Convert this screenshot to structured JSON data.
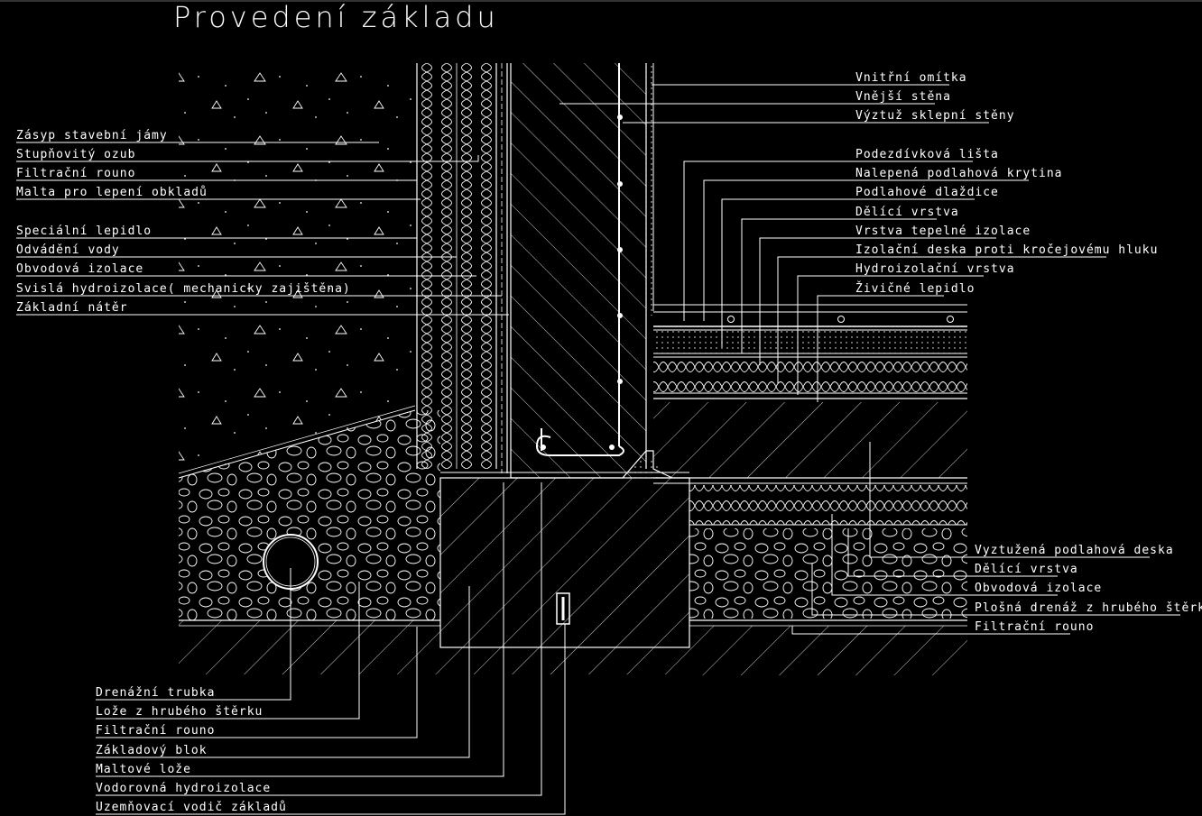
{
  "title": "Provedení základu",
  "labels_left_top": [
    "Zásyp stavební jámy",
    "Stupňovitý ozub",
    "Filtrační rouno",
    "Malta pro lepení obkladů",
    "Speciální lepidlo",
    "Odvádění vody",
    "Obvodová izolace",
    "Svislá hydroizolace( mechanicky zajištěna)",
    "Základní nátěr"
  ],
  "labels_right_top": [
    "Vnitřní omítka",
    "Vnější stěna",
    "Výztuž sklepní stěny",
    "Podezdívková lišta",
    "Nalepená podlahová krytina",
    "Podlahové dlaždice",
    "Dělící vrstva",
    "Vrstva tepelné izolace",
    "Izolační deska proti kročejovému hluku",
    "Hydroizolační vrstva",
    "Živičné lepidlo"
  ],
  "labels_right_bottom": [
    "Vyztužená podlahová deska",
    "Dělící vrstva",
    "Obvodová izolace",
    "Plošná drenáž z hrubého štěrku",
    "Filtrační rouno"
  ],
  "labels_bottom": [
    "Drenážní trubka",
    "Lože z hrubého štěrku",
    "Filtrační rouno",
    "Základový blok",
    "Maltové lože",
    "Vodorovná hydroizolace",
    "Uzemňovací vodič základů"
  ],
  "colors": {
    "background": "#000000",
    "lines": "#ffffff"
  }
}
